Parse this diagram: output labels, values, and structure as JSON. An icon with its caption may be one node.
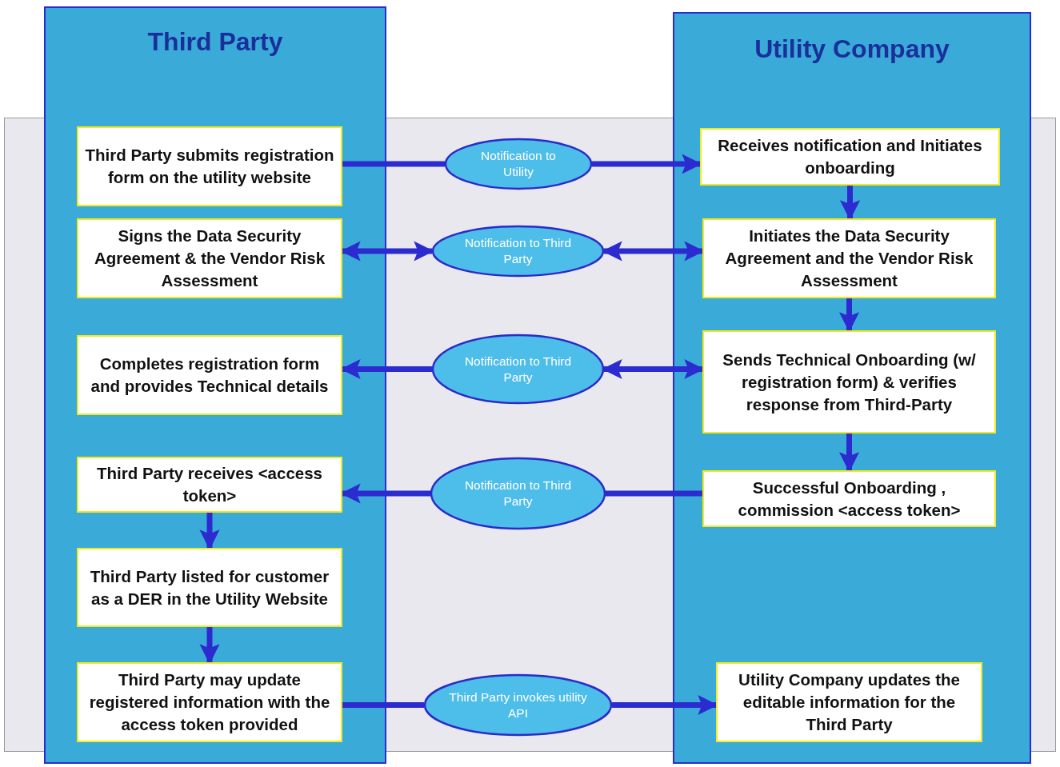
{
  "diagram": {
    "nodes": [
      {
        "text": [
          "Third Party"
        ]
      },
      {
        "text": [
          "Third Party submits registration form on the utility website"
        ],
        "in": 0
      },
      {
        "text": [
          "Signs the Data Security Agreement & the Vendor Risk Assessment"
        ],
        "in": 0
      },
      {
        "text": [
          "Completes registration form and provides Technical details"
        ],
        "in": 0
      },
      {
        "text": [
          "Third Party receives <access token>"
        ],
        "in": 0
      },
      {
        "text": [
          "Third Party listed for customer as a DER in the Utility Website"
        ],
        "in": 0
      },
      {
        "text": [
          "Third Party may update registered information with the access token provided"
        ],
        "in": 0
      },
      {
        "text": [
          "Utility Company"
        ]
      },
      {
        "text": [
          "Receives notification and Initiates onboarding"
        ],
        "in": 7
      },
      {
        "text": [
          "Initiates the Data Security Agreement and the Vendor Risk Assessment"
        ],
        "in": 7
      },
      {
        "text": [
          "Sends Technical Onboarding (w/ registration form) & verifies response from Third-Party"
        ],
        "in": 7
      },
      {
        "text": [
          "Successful Onboarding , commission <access token>"
        ],
        "in": 7
      },
      {
        "text": [
          "Utility Company updates the editable information for the Third Party"
        ],
        "in": 7
      },
      {
        "text": [
          "Notification to Utility"
        ]
      },
      {
        "text": [
          "Notification to Third Party"
        ]
      },
      {
        "text": [
          "Notification to Third Party"
        ]
      },
      {
        "text": [
          "Notification to Third Party"
        ]
      },
      {
        "text": [
          "Third Party invokes utility API"
        ]
      }
    ],
    "edges": [
      {
        "from": 1,
        "to": 13,
        "arrow": "none"
      },
      {
        "from": 13,
        "to": 8,
        "arrow": "to"
      },
      {
        "from": 2,
        "to": 14,
        "arrow": "both"
      },
      {
        "from": 14,
        "to": 9,
        "arrow": "both"
      },
      {
        "from": 15,
        "to": 3,
        "arrow": "to"
      },
      {
        "from": 15,
        "to": 10,
        "arrow": "both"
      },
      {
        "from": 11,
        "to": 16,
        "arrow": "none"
      },
      {
        "from": 16,
        "to": 4,
        "arrow": "to"
      },
      {
        "from": 6,
        "to": 17,
        "arrow": "none"
      },
      {
        "from": 17,
        "to": 12,
        "arrow": "to"
      },
      {
        "from": 8,
        "to": 9,
        "arrow": "to"
      },
      {
        "from": 9,
        "to": 10,
        "arrow": "to"
      },
      {
        "from": 10,
        "to": 11,
        "arrow": "to"
      },
      {
        "from": 4,
        "to": 5,
        "arrow": "to"
      },
      {
        "from": 5,
        "to": 6,
        "arrow": "to"
      }
    ]
  }
}
